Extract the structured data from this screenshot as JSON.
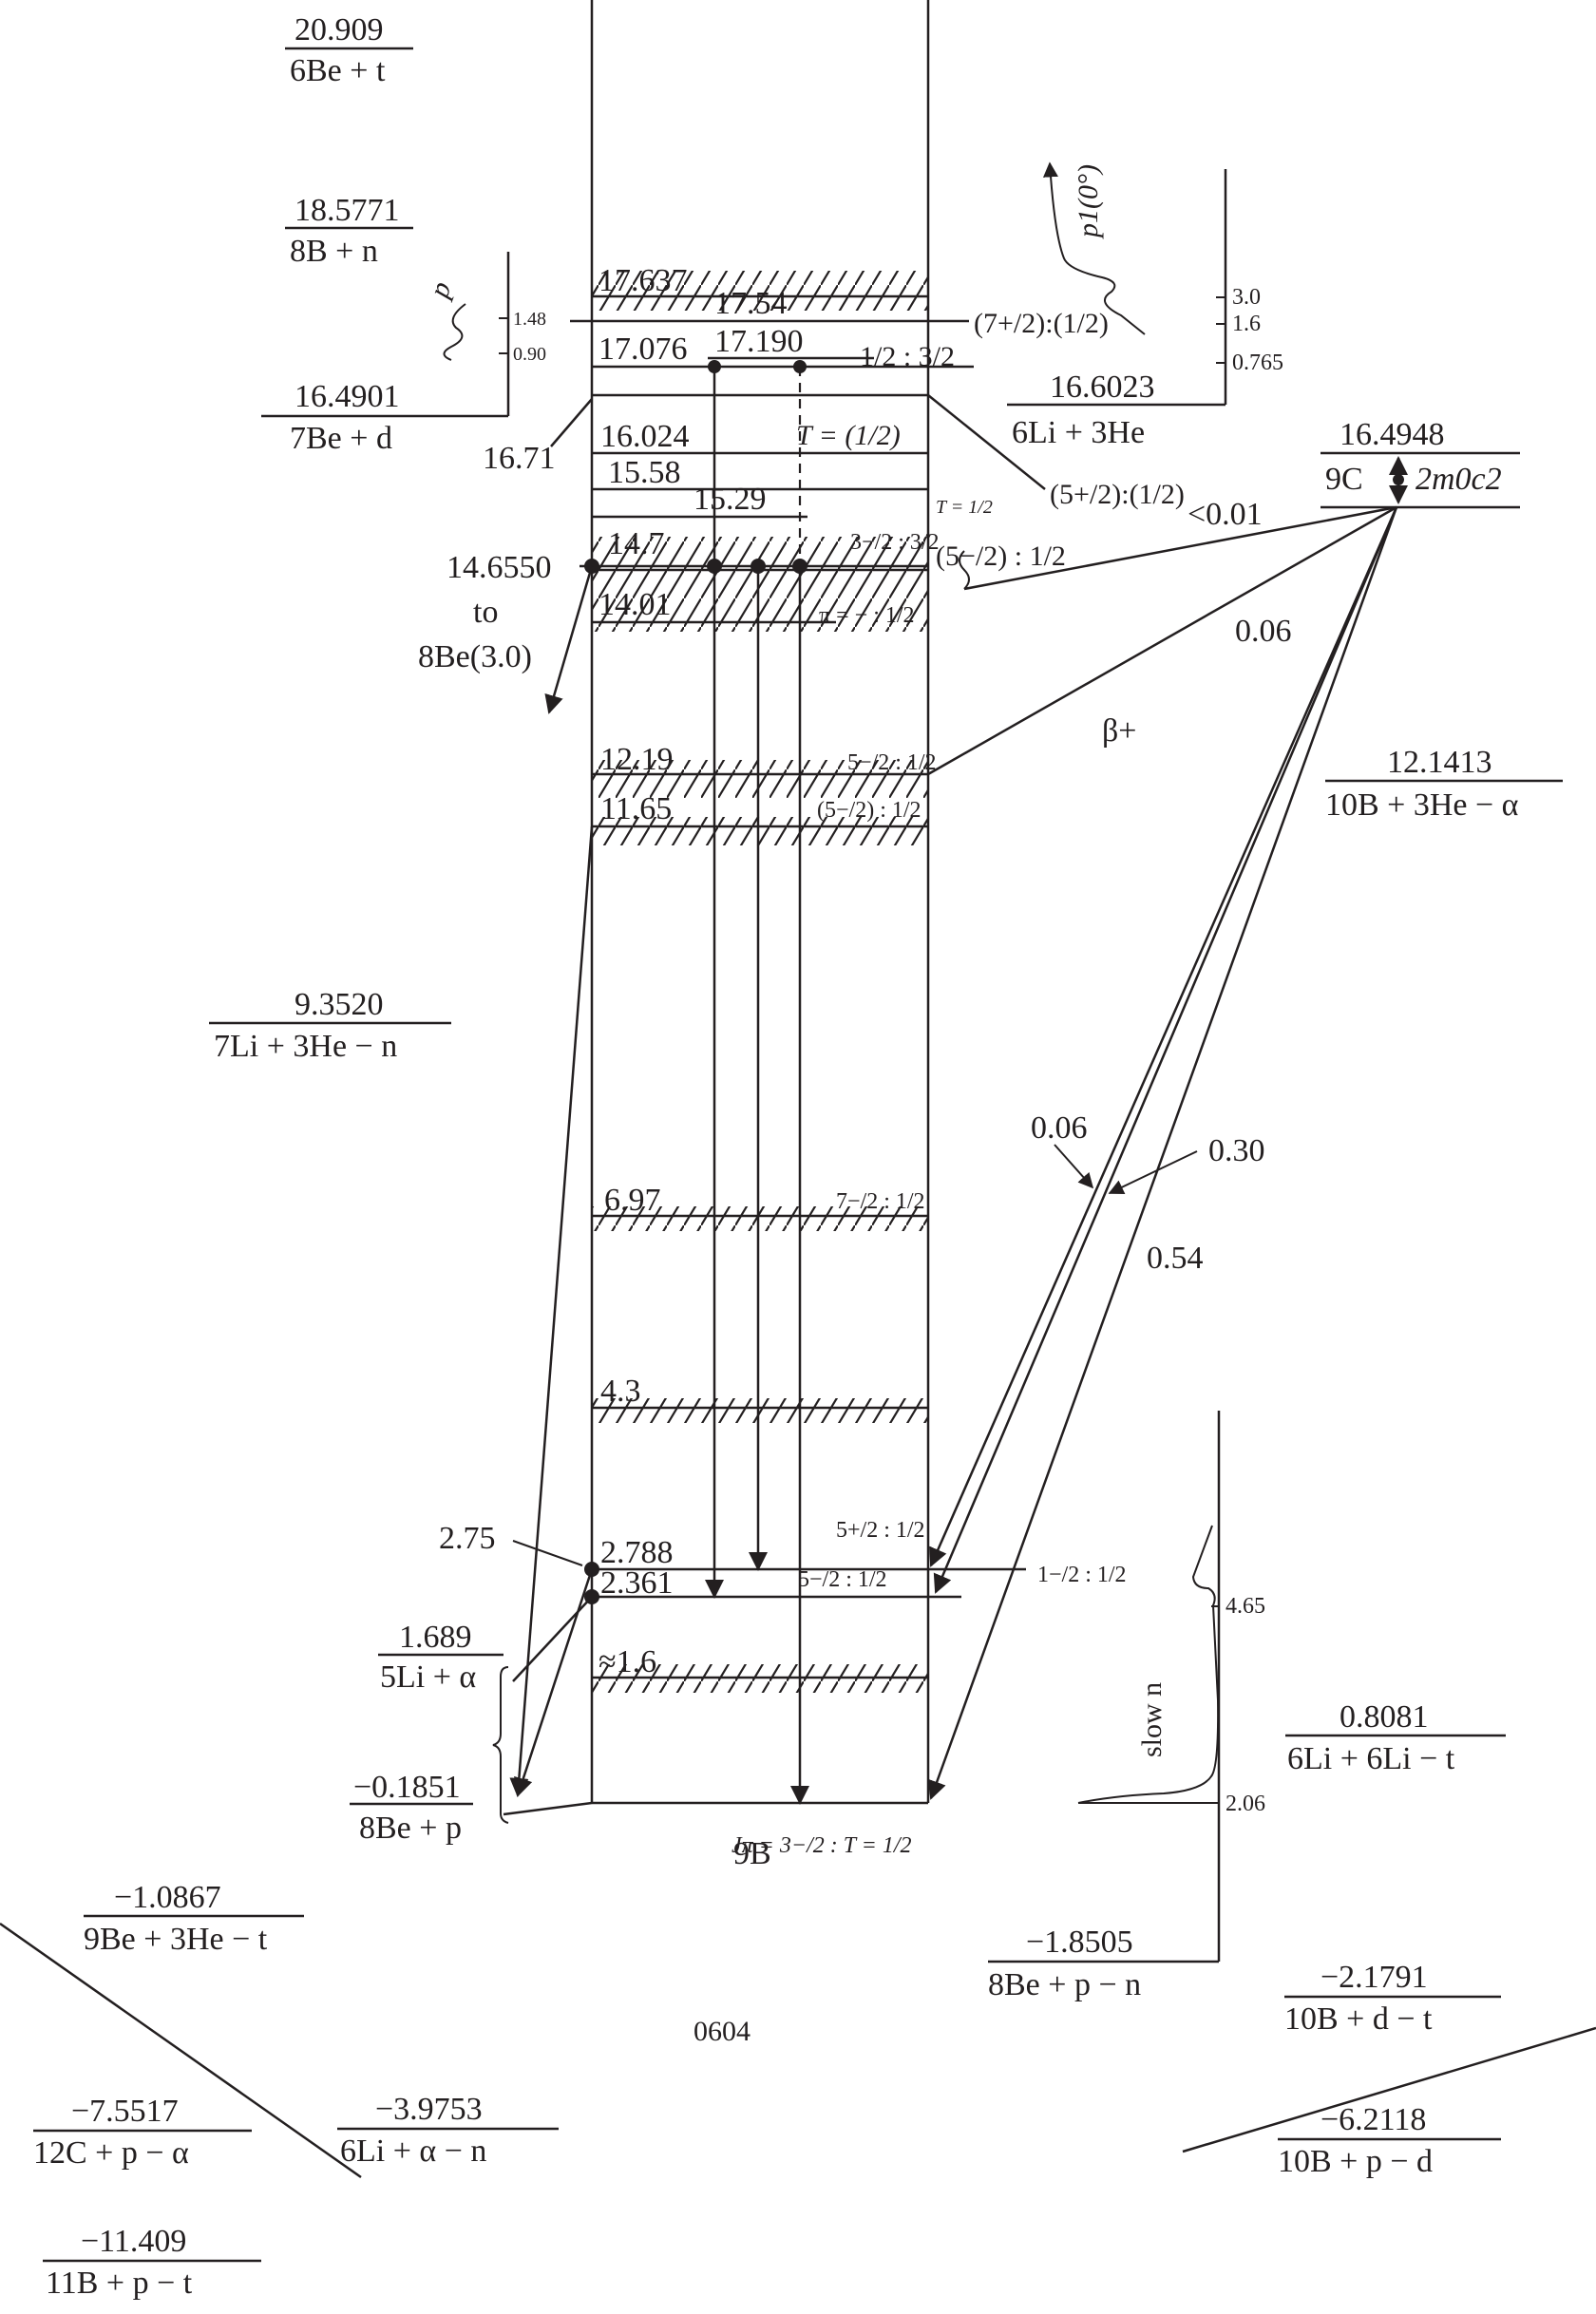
{
  "diagram": {
    "nucleus": "9B",
    "nucleus_mass_number": "9",
    "nucleus_symbol": "B",
    "ground_state_jpi": "Jπ = 3−/2 : T = 1/2",
    "figure_code": "0604",
    "levels": [
      {
        "energy": "17.637",
        "broad": true
      },
      {
        "energy": "17.54",
        "broad": true,
        "jpi": "(7+/2):(1/2)"
      },
      {
        "energy": "17.190"
      },
      {
        "energy": "17.076",
        "jpi": "1/2 : 3/2"
      },
      {
        "energy": "16.71",
        "note": "T = (1/2)",
        "jpi_right": "(5+/2):(1/2)"
      },
      {
        "energy": "16.024"
      },
      {
        "energy": "15.58"
      },
      {
        "energy": "15.29",
        "note": "T = 1/2"
      },
      {
        "energy": "14.7",
        "broad": true,
        "jpi": "3−/2 : 3/2",
        "jpi_right": "(5−/2) : 1/2"
      },
      {
        "energy": "14.6550",
        "note": "to 8Be(3.0)"
      },
      {
        "energy": "14.01",
        "broad": true,
        "jpi": "π = − : 1/2"
      },
      {
        "energy": "12.19",
        "broad": true,
        "jpi": "5−/2 : 1/2"
      },
      {
        "energy": "11.65",
        "broad": true,
        "jpi": "(5−/2) : 1/2"
      },
      {
        "energy": "6.97",
        "broad": true,
        "jpi": "7−/2 : 1/2"
      },
      {
        "energy": "4.3",
        "broad": true
      },
      {
        "energy": "2.788",
        "jpi": "5+/2 : 1/2"
      },
      {
        "energy": "2.75"
      },
      {
        "energy": "2.361",
        "jpi": "5−/2 : 1/2"
      },
      {
        "energy": "≈1.6",
        "broad": true
      },
      {
        "energy": "0",
        "jpi": "3−/2 : 1/2"
      }
    ],
    "labels": {
      "l17637": "17.637",
      "l1754": "17.54",
      "l17190": "17.190",
      "l17076": "17.076",
      "l1671": "16.71",
      "l16024": "16.024",
      "l1558": "15.58",
      "l1529": "15.29",
      "l147": "14.7",
      "l146550": "14.6550",
      "l_to": "to",
      "l_8be30": "8Be(3.0)",
      "l1401": "14.01",
      "l1219": "12.19",
      "l1165": "11.65",
      "l697": "6.97",
      "l43": "4.3",
      "l2788": "2.788",
      "l275": "2.75",
      "l2361": "2.361",
      "l16": "≈1.6",
      "T_half_paren": "T = (1/2)",
      "T_half": "T = 1/2",
      "pi_minus": "π = − : 1/2",
      "jpi_17076": "1/2 : 3/2",
      "jpi_1754": "(7+/2):(1/2)",
      "jpi_1671": "(5+/2):(1/2)",
      "jpi_147a": "3−/2 : 3/2",
      "jpi_147b": "(5−/2) : 1/2",
      "jpi_1219": "5−/2 : 1/2",
      "jpi_1165": "(5−/2) : 1/2",
      "jpi_697": "7−/2 : 1/2",
      "jpi_2788": "5+/2 : 1/2",
      "jpi_2361": "5−/2 : 1/2",
      "jpi_right_low": "1−/2 : 1/2",
      "jpi_ground": "Jπ = 3−/2 : T = 1/2"
    },
    "thresholds": [
      {
        "energy": "20.909",
        "channel": "6Be + t"
      },
      {
        "energy": "18.5771",
        "channel": "8B + n"
      },
      {
        "energy": "16.4901",
        "channel": "7Be + d"
      },
      {
        "energy": "16.6023",
        "channel": "6Li + 3He"
      },
      {
        "energy": "12.1413",
        "channel": "10B + 3He − α"
      },
      {
        "energy": "9.3520",
        "channel": "7Li + 3He − n"
      },
      {
        "energy": "1.689",
        "channel": "5Li + α"
      },
      {
        "energy": "−0.1851",
        "channel": "8Be + p"
      },
      {
        "energy": "0.8081",
        "channel": "6Li + 6Li − t"
      },
      {
        "energy": "−1.0867",
        "channel": "9Be + 3He − t"
      },
      {
        "energy": "−1.8505",
        "channel": "8Be + p − n"
      },
      {
        "energy": "−2.1791",
        "channel": "10B + d − t"
      },
      {
        "energy": "−3.9753",
        "channel": "6Li + α − n"
      },
      {
        "energy": "−7.5517",
        "channel": "12C + p − α"
      },
      {
        "energy": "−6.2118",
        "channel": "10B + p − d"
      },
      {
        "energy": "−11.409",
        "channel": "11B + p − t"
      }
    ],
    "parent": {
      "energy": "16.4948",
      "nucleus": "9C",
      "gap_label": "2m0c2",
      "decay_mode": "β+",
      "branches": [
        "<0.01",
        "0.06",
        "0.06",
        "0.30",
        "0.54"
      ]
    },
    "excitation_functions": [
      {
        "label": "p",
        "ticks": [
          "1.48",
          "0.90"
        ]
      },
      {
        "label": "p1(0°)",
        "ticks": [
          "3.0",
          "1.6",
          "0.765"
        ]
      },
      {
        "label": "slow n",
        "ticks": [
          "4.65",
          "2.06"
        ]
      }
    ]
  }
}
